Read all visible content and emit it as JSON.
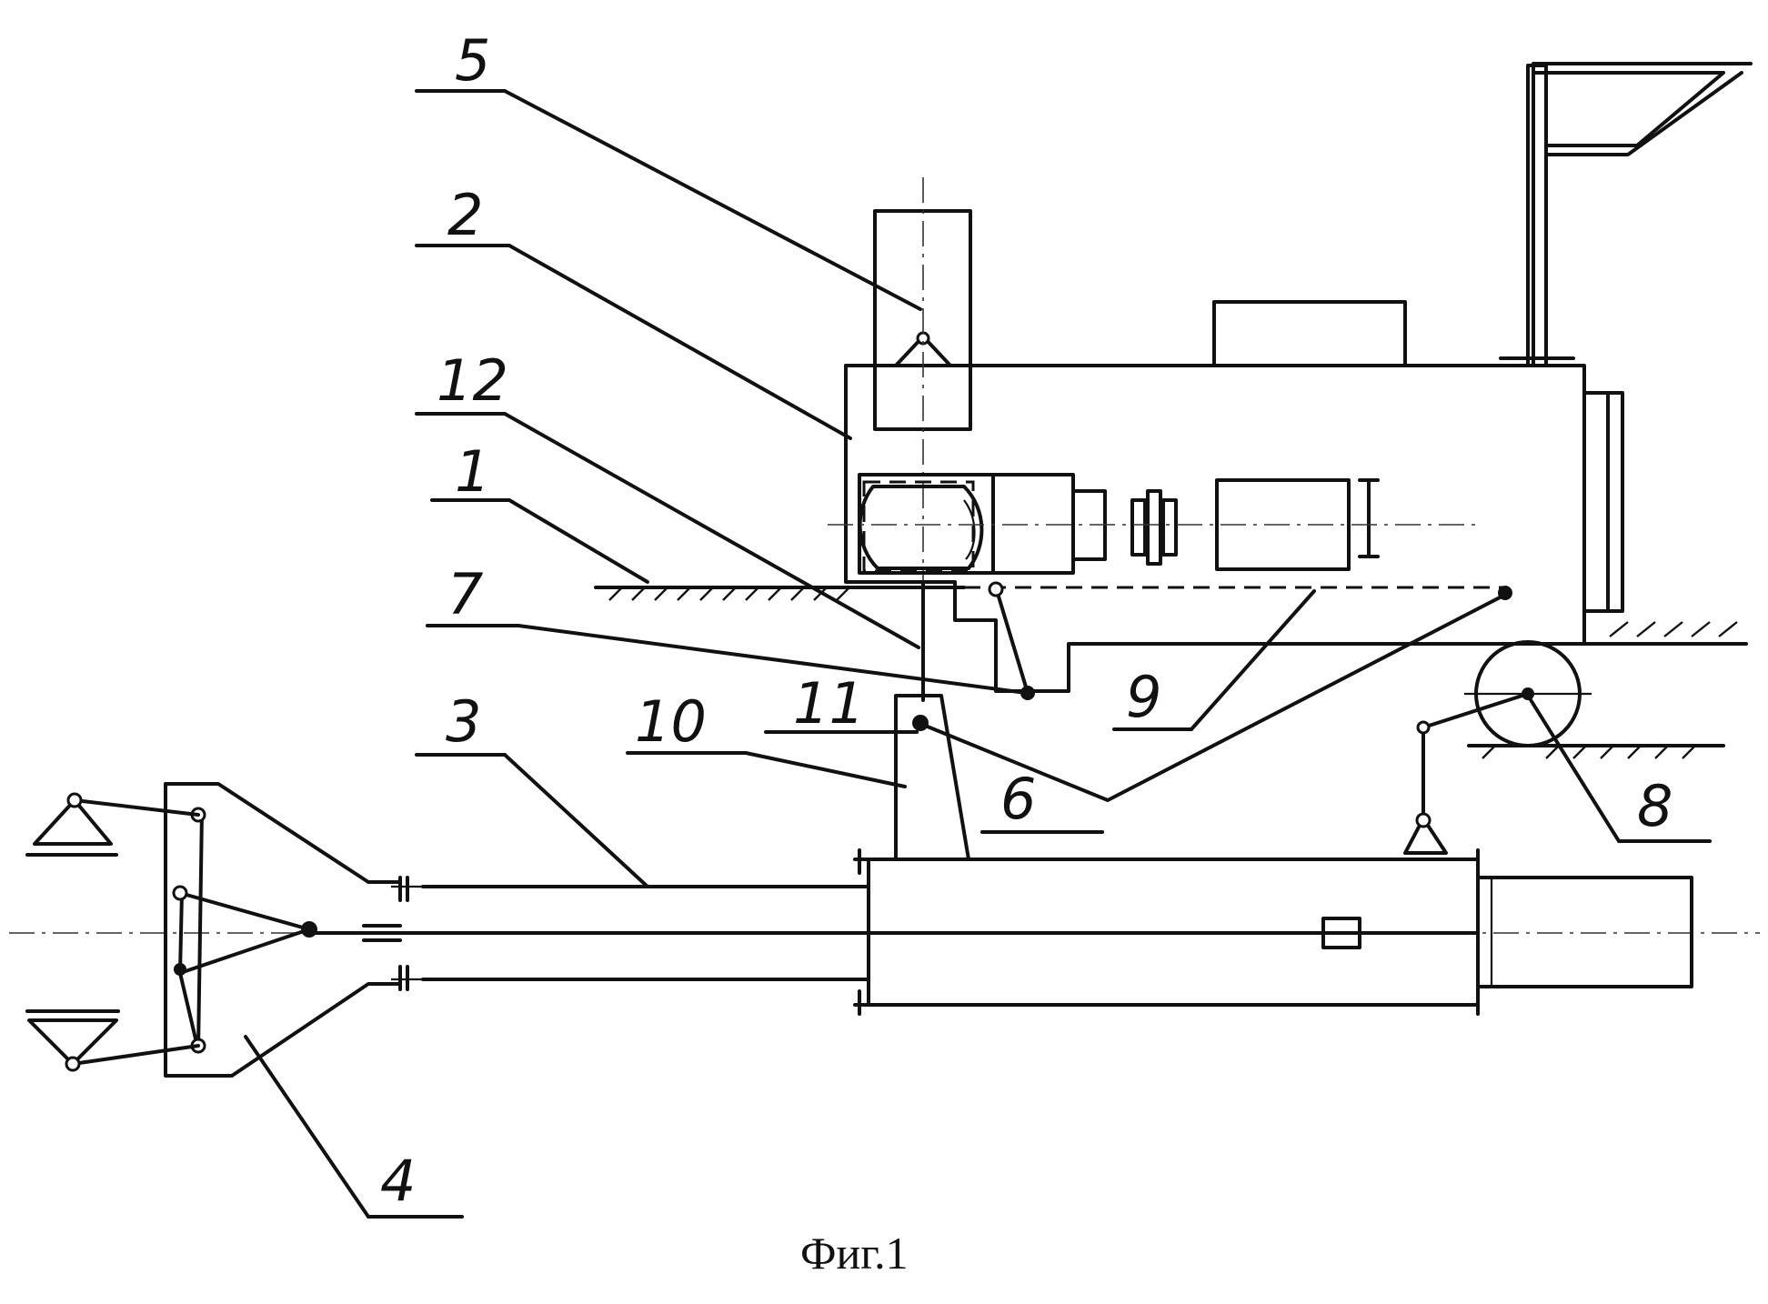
{
  "labels": {
    "l1": "1",
    "l2": "2",
    "l3": "3",
    "l4": "4",
    "l5": "5",
    "l6": "6",
    "l7": "7",
    "l8": "8",
    "l9": "9",
    "l10": "10",
    "l11": "11",
    "l12": "12"
  },
  "caption": "Фиг.1"
}
